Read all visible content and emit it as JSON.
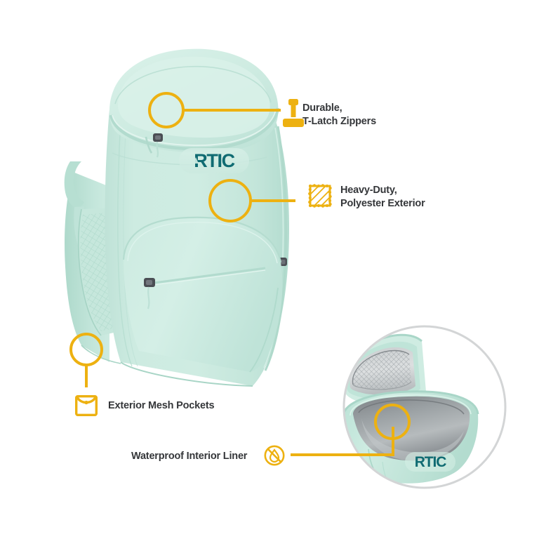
{
  "page": {
    "title": "RTIC Backpack Cooler Feature Infographic",
    "background_color": "#ffffff",
    "accent_color": "#edb111",
    "text_color": "#35373a",
    "product_color": "#c9e8dd",
    "brand_color": "#0f6b72"
  },
  "brand": {
    "logo_text": "RTIC",
    "logo_text_inset": "RTIC"
  },
  "callouts": [
    {
      "id": "t-latch-zippers",
      "icon": "t-latch-zipper-icon",
      "line1": "Durable,",
      "line2": "T-Latch Zippers"
    },
    {
      "id": "polyester-exterior",
      "icon": "fabric-swatch-icon",
      "line1": "Heavy-Duty,",
      "line2": "Polyester Exterior"
    },
    {
      "id": "exterior-mesh-pockets",
      "icon": "pocket-icon",
      "line1": "Exterior Mesh Pockets",
      "line2": ""
    },
    {
      "id": "waterproof-interior-liner",
      "icon": "no-water-droplet-icon",
      "line1": "Waterproof Interior Liner",
      "line2": ""
    }
  ],
  "product_image": {
    "name": "mint-green-backpack-cooler",
    "alt": "Mint green RTIC backpack cooler, three-quarter front view"
  },
  "inset_image": {
    "name": "open-cooler-interior-detail",
    "alt": "Close-up of open cooler showing gray waterproof interior liner and lid mesh pocket"
  }
}
